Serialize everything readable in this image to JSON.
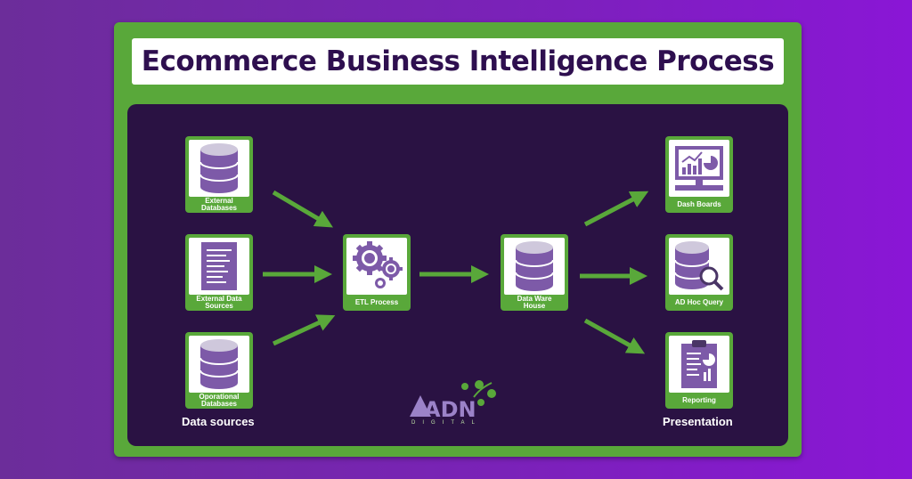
{
  "title": "Ecommerce Business Intelligence Process",
  "sections": {
    "sources_label": "Data sources",
    "presentation_label": "Presentation"
  },
  "nodes": {
    "external_databases": "External\nDatabases",
    "external_data_sources": "External Data\nSources",
    "operational_databases": "Oporational\nDatabases",
    "etl_process": "ETL Process",
    "data_warehouse": "Data Ware\nHouse",
    "dash_boards": "Dash Boards",
    "ad_hoc_query": "AD Hoc Query",
    "reporting": "Reporting"
  },
  "logo": {
    "text": "ADN",
    "subtext": "DIGITAL"
  },
  "colors": {
    "background": "#7a22b8",
    "frame_green": "#59a83a",
    "panel": "#2a1243",
    "icon_purple": "#7d5aa8",
    "title_text": "#2e0f4f"
  }
}
